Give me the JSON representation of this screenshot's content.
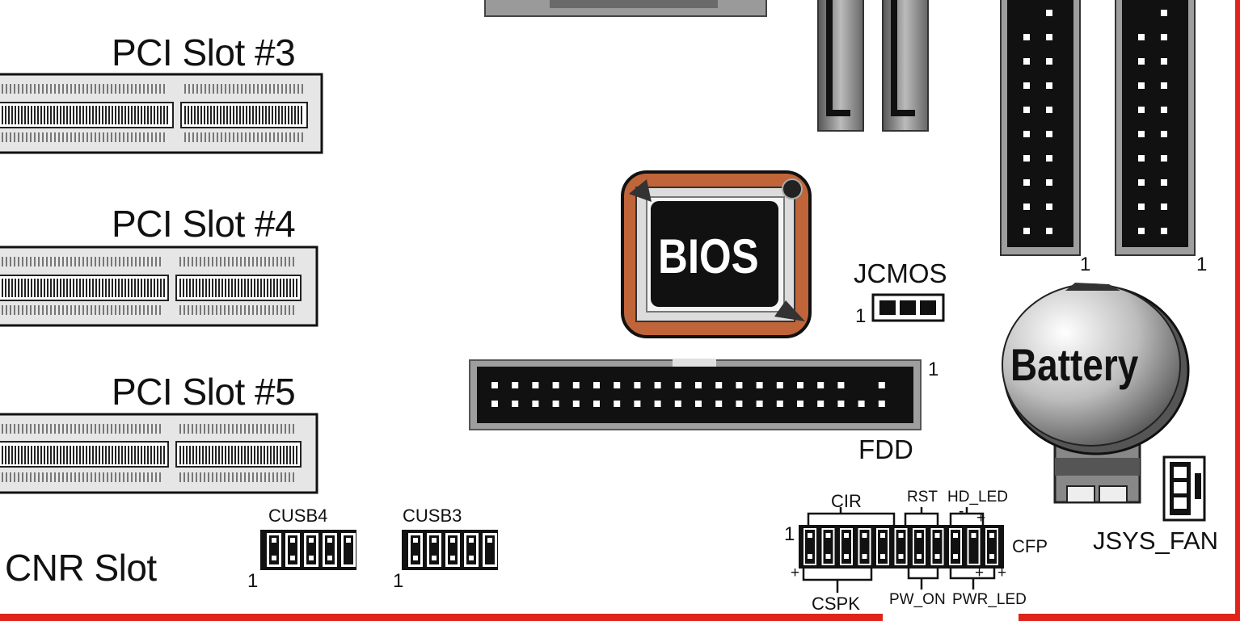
{
  "labels": {
    "pci3": "PCI Slot #3",
    "pci4": "PCI Slot #4",
    "pci5": "PCI Slot #5",
    "cnr": "CNR Slot",
    "cusb4": "CUSB4",
    "cusb3": "CUSB3",
    "bios": "BIOS",
    "jcmos": "JCMOS",
    "fdd": "FDD",
    "battery": "Battery",
    "cir": "CIR",
    "rst": "RST",
    "hd_led": "HD_LED",
    "cfp": "CFP",
    "cspk": "CSPK",
    "pw_on": "PW_ON",
    "pwr_led": "PWR_LED",
    "jsys_fan": "JSYS_FAN"
  },
  "pin_marks": {
    "one": "1",
    "plus": "+",
    "minus": "-"
  },
  "colors": {
    "frame_red": "#e0241b",
    "bios_orange": "#c0653a",
    "connector_black": "#111111",
    "slot_gray": "#e6e6e6",
    "housing_gray": "#999999"
  }
}
